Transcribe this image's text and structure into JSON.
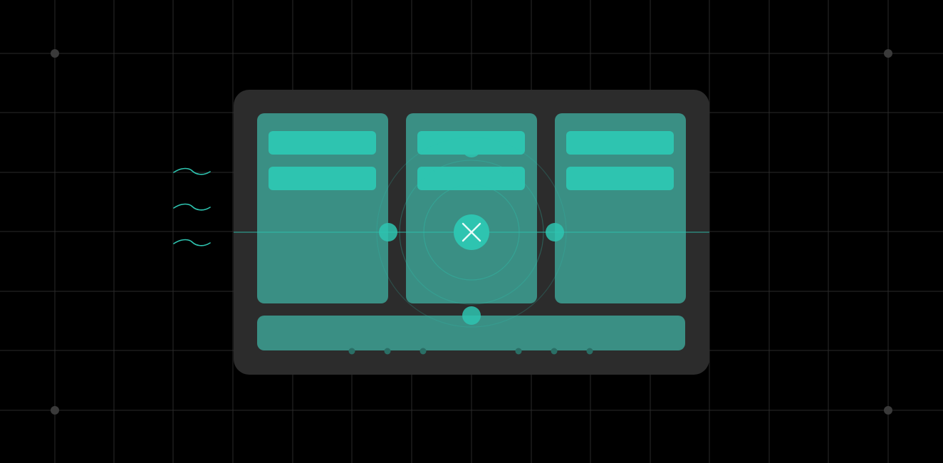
{
  "colors": {
    "background": "#000000",
    "grid_line": "#2a2a2a",
    "grid_dot": "#3a3a3a",
    "frame": "#2c2c2c",
    "column": "#3a8f84",
    "bar": "#2ec4b0",
    "accent": "#2ec4b0",
    "accent_dim": "#2a6f66",
    "close_glyph": "#e8fbf8",
    "footer_dot": "#2a6f66"
  },
  "icons": {
    "center": "close-icon",
    "left_decoration": "wave-icon"
  },
  "layout_summary": {
    "columns": 3,
    "bars_per_column": 2,
    "footer_dots_per_group": 3,
    "wave_count": 3,
    "handle_count": 4,
    "rings": 3
  }
}
